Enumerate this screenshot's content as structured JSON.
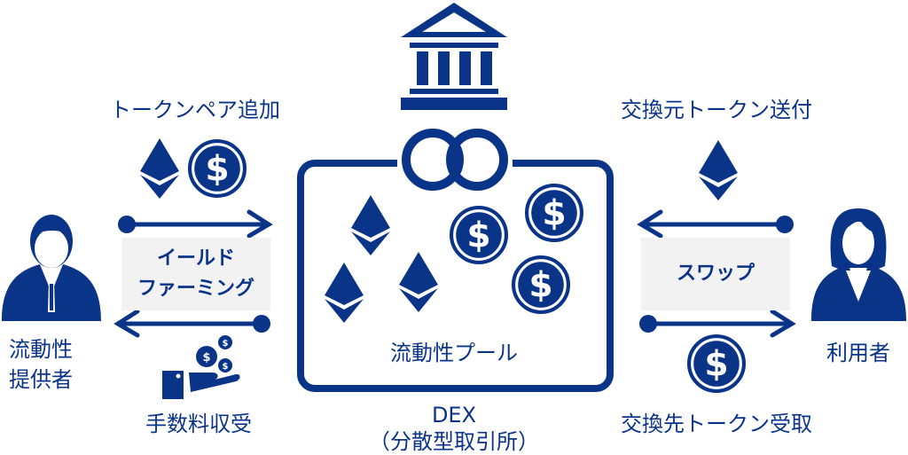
{
  "colors": {
    "primary": "#0a3488",
    "label_bg": "#f2f2f2"
  },
  "left": {
    "action_top": "トークンペア追加",
    "process_label_line1": "イールド",
    "process_label_line2": "ファーミング",
    "actor_line1": "流動性",
    "actor_line2": "提供者",
    "action_bottom": "手数料収受"
  },
  "center": {
    "pool_label": "流動性プール",
    "dex_label": "DEX",
    "dex_sub": "（分散型取引所）"
  },
  "right": {
    "action_top": "交換元トークン送付",
    "process_label": "スワップ",
    "actor": "利用者",
    "action_bottom": "交換先トークン受取"
  },
  "icons": [
    "bank-icon",
    "chain-link-icon",
    "ethereum-icon",
    "dollar-coin-icon",
    "businessman-icon",
    "businesswoman-icon",
    "hand-coins-icon",
    "arrow-icon"
  ]
}
